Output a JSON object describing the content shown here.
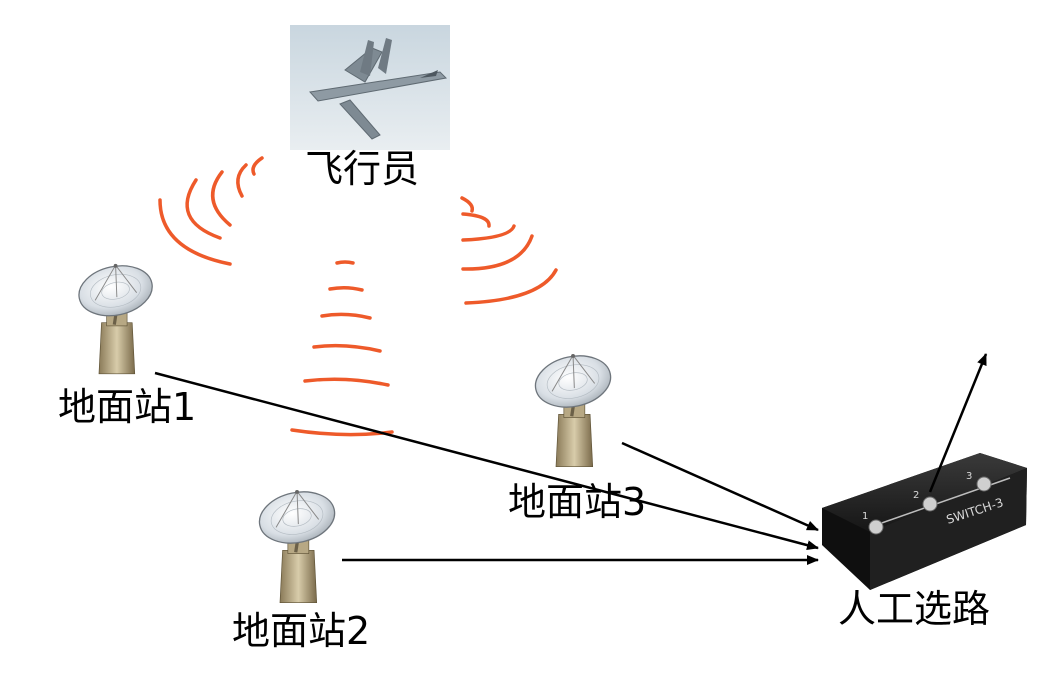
{
  "labels": {
    "pilot": "飞行员",
    "ground_station_1": "地面站1",
    "ground_station_2": "地面站2",
    "ground_station_3": "地面站3",
    "manual_route": "人工选路"
  },
  "switch_device": {
    "brand": "SWITCH-3",
    "footswitch_numbers": [
      "1",
      "2",
      "3"
    ]
  },
  "colors": {
    "signal_waves": "#ee5a2a",
    "arrows": "#000000",
    "switch_body": "#1c1c1c"
  }
}
